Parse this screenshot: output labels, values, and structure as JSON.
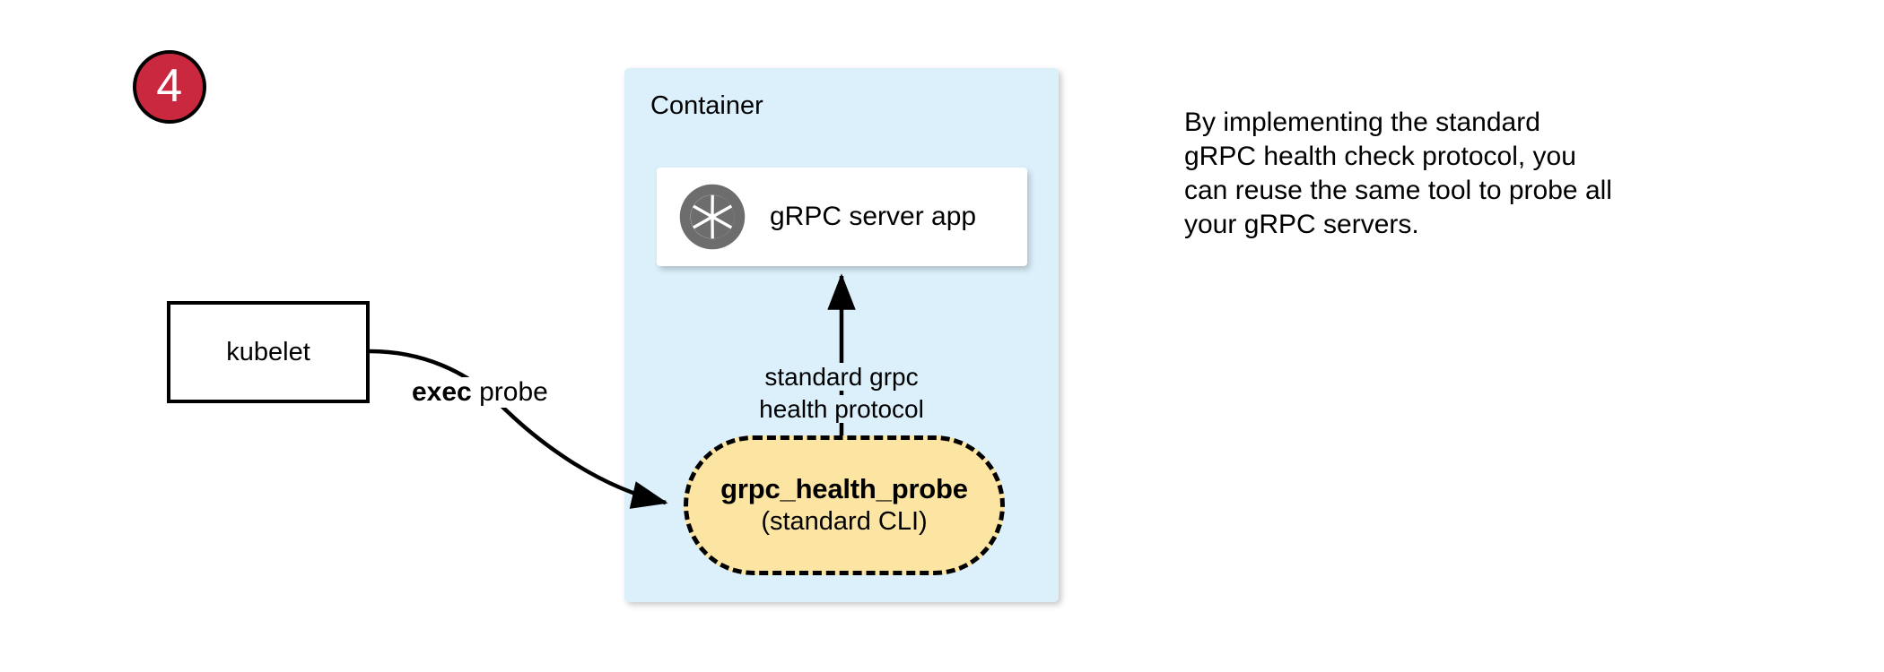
{
  "step": {
    "number": "4"
  },
  "kubelet": {
    "label": "kubelet"
  },
  "exec_probe": {
    "emphasis": "exec",
    "rest": " probe"
  },
  "container": {
    "title": "Container",
    "server_card": {
      "icon": "grpc-aperture-icon",
      "label": "gRPC server app"
    },
    "protocol_arrow": {
      "line1": "standard grpc",
      "line2": "health protocol"
    },
    "probe_node": {
      "title": "grpc_health_probe",
      "subtitle": "(standard CLI)"
    }
  },
  "description": {
    "line1": "By implementing the standard",
    "line2": "gRPC health check protocol, you",
    "line3": "can reuse the same tool to probe all",
    "line4": "your gRPC servers."
  },
  "colors": {
    "step_badge_fill": "#c9283e",
    "container_fill": "#dcf0fb",
    "probe_fill": "#fce5a2",
    "icon_gray": "#6d6d6d",
    "stroke": "#000000",
    "card_fill": "#ffffff"
  }
}
